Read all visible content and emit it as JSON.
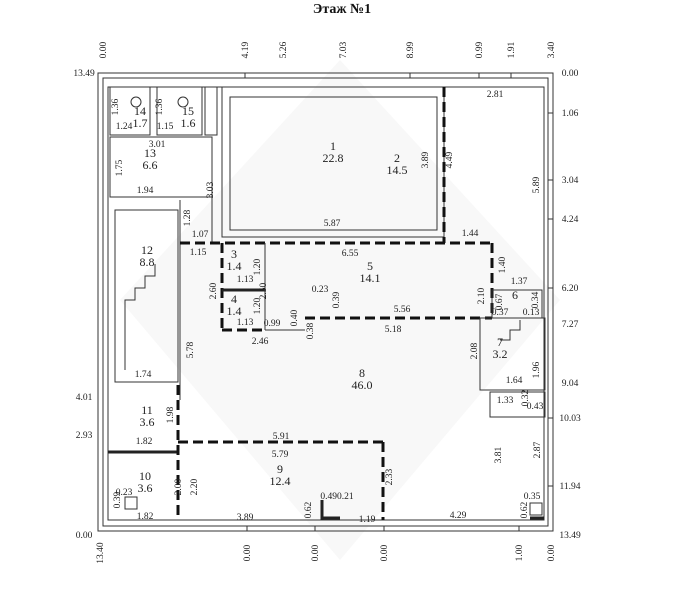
{
  "title": "Этаж №1",
  "rooms": [
    {
      "number": "1",
      "area": "22.8"
    },
    {
      "number": "2",
      "area": "14.5"
    },
    {
      "number": "3",
      "area": "1.4"
    },
    {
      "number": "4",
      "area": "1.4"
    },
    {
      "number": "5",
      "area": "14.1"
    },
    {
      "number": "6",
      "area": ""
    },
    {
      "number": "7",
      "area": "3.2"
    },
    {
      "number": "8",
      "area": "46.0"
    },
    {
      "number": "9",
      "area": "12.4"
    },
    {
      "number": "10",
      "area": "3.6"
    },
    {
      "number": "11",
      "area": "3.6"
    },
    {
      "number": "12",
      "area": "8.8"
    },
    {
      "number": "13",
      "area": "6.6"
    },
    {
      "number": "14",
      "area": "1.7"
    },
    {
      "number": "15",
      "area": "1.6"
    }
  ],
  "axis_top": [
    "0.00",
    "4.19",
    "5.26",
    "7.03",
    "8.99",
    "0.99",
    "1.91",
    "3.40"
  ],
  "axis_right": [
    "0.00",
    "1.06",
    "3.04",
    "4.24",
    "6.20",
    "7.27",
    "9.04",
    "10.03",
    "11.94",
    "13.49"
  ],
  "axis_left": [
    "13.49",
    "4.01",
    "2.93",
    "0.00"
  ],
  "axis_bottom": [
    "13.40",
    "0.00",
    "0.00",
    "0.00",
    "1.00",
    "0.00"
  ],
  "dimensions": [
    "1.36",
    "1.24",
    "1.36",
    "1.15",
    "3.01",
    "1.75",
    "1.94",
    "3.03",
    "1.28",
    "1.07",
    "1.15",
    "5.87",
    "3.89",
    "4.49",
    "2.81",
    "5.89",
    "1.44",
    "6.55",
    "1.40",
    "1.37",
    "2.10",
    "1.20",
    "2.60",
    "2.50",
    "1.13",
    "1.20",
    "1.13",
    "0.99",
    "0.40",
    "0.38",
    "2.46",
    "0.23",
    "0.39",
    "5.56",
    "5.18",
    "5.78",
    "2.08",
    "1.64",
    "1.96",
    "1.74",
    "1.33",
    "0.43",
    "0.32",
    "1.98",
    "1.82",
    "5.91",
    "5.79",
    "2.20",
    "2.00",
    "2.33",
    "0.23",
    "0.39",
    "1.82",
    "3.89",
    "0.62",
    "0.490.21",
    "1.19",
    "4.29",
    "0.62",
    "0.35",
    "3.81",
    "2.87",
    "0.67",
    "0.37",
    "0.13",
    "0.34"
  ]
}
